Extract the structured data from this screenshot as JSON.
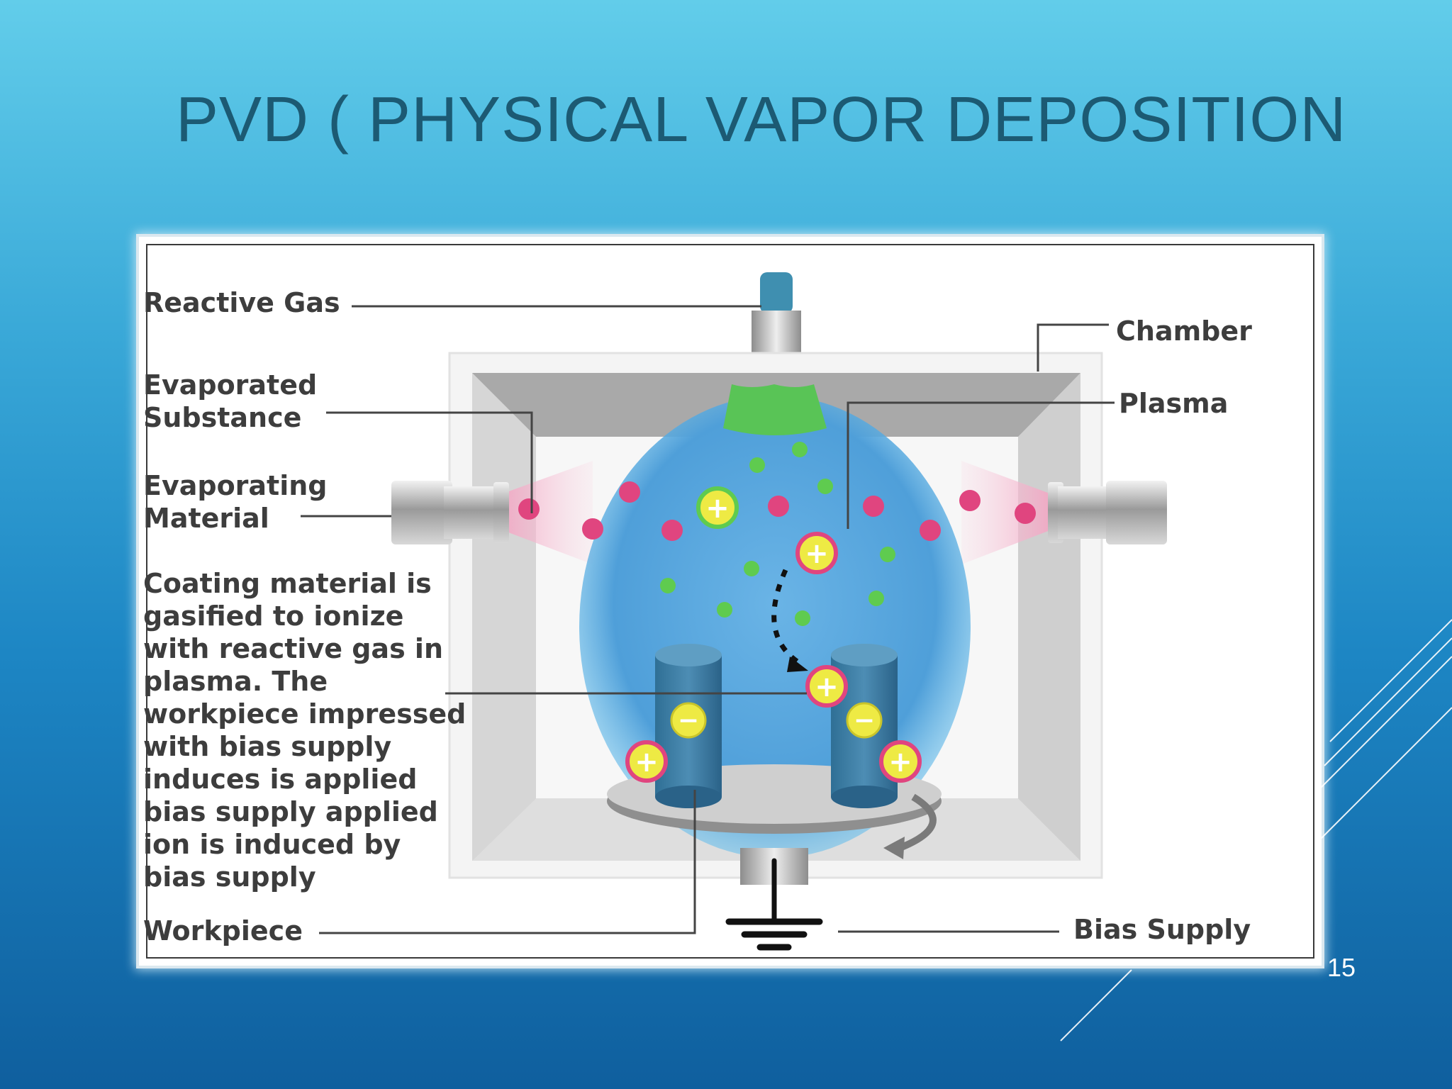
{
  "slide": {
    "title": "PVD ( PHYSICAL VAPOR DEPOSITION",
    "page_number": "15"
  },
  "diagram": {
    "labels": {
      "reactive_gas": "Reactive Gas",
      "evaporated_substance": "Evaporated\nSubstance",
      "evaporating_material": "Evaporating\nMaterial",
      "description": "Coating material is\ngasified to ionize\nwith reactive gas in\nplasma. The\nworkpiece impressed\nwith bias supply\ninduces  is applied\nbias supply applied\nion is induced by\nbias supply",
      "workpiece": "Workpiece",
      "chamber": "Chamber",
      "plasma": "Plasma",
      "bias_supply": "Bias Supply"
    },
    "symbols": {
      "positive_ion": "+",
      "negative_charge": "−"
    }
  },
  "colors": {
    "title_text": "#1c5a73",
    "plasma": "#5aa7dd",
    "evaporated_particles": "#e0457f",
    "gas_particles": "#5fcb4f",
    "chamber_wall": "#b9b9b9",
    "label_text": "#3d3d3d"
  }
}
